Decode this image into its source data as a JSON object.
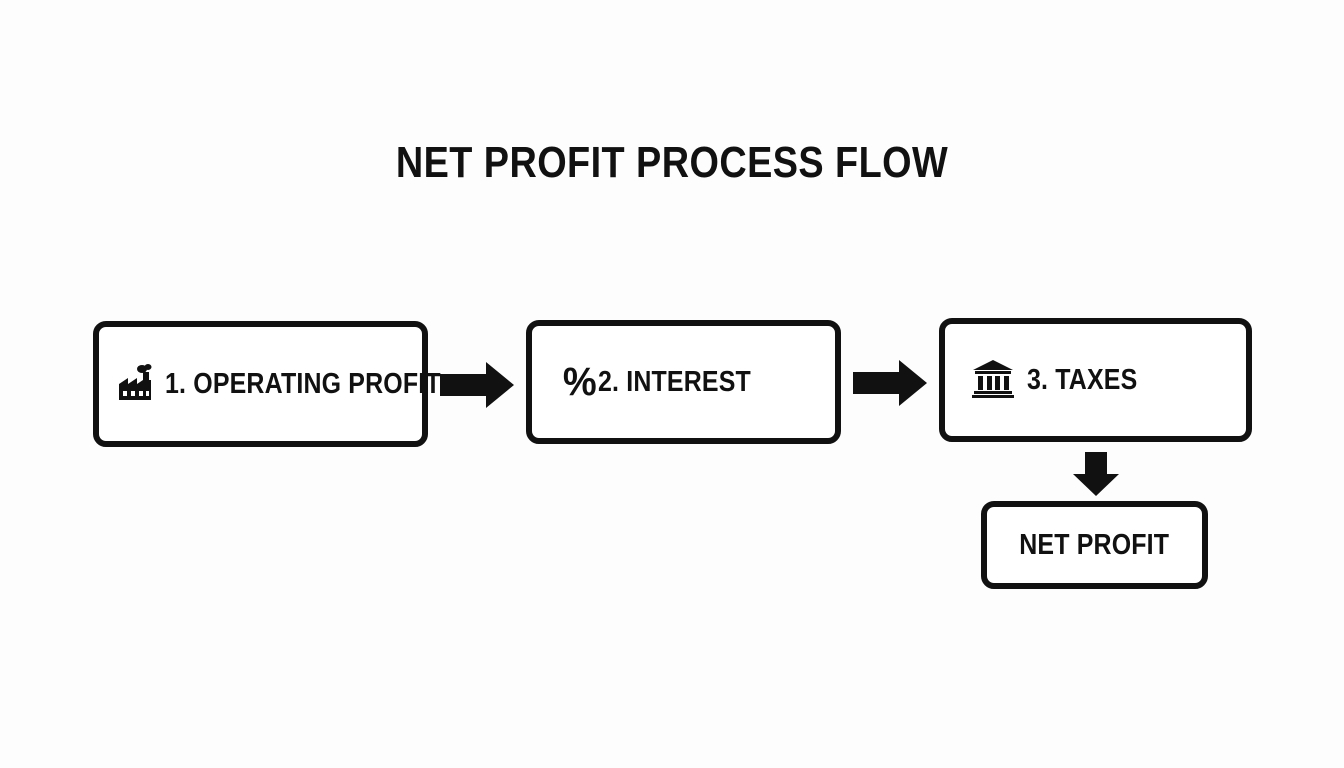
{
  "diagram": {
    "title": "NET PROFIT PROCESS FLOW",
    "steps": [
      {
        "label": "1. OPERATING PROFIT",
        "icon": "factory-icon"
      },
      {
        "label": "2. INTEREST",
        "icon": "percent-icon",
        "icon_glyph": "%"
      },
      {
        "label": "3. TAXES",
        "icon": "bank-icon"
      }
    ],
    "result": {
      "label": "NET PROFIT"
    },
    "colors": {
      "stroke": "#111111",
      "background": "#fdfdfd",
      "box_fill": "#ffffff"
    }
  }
}
